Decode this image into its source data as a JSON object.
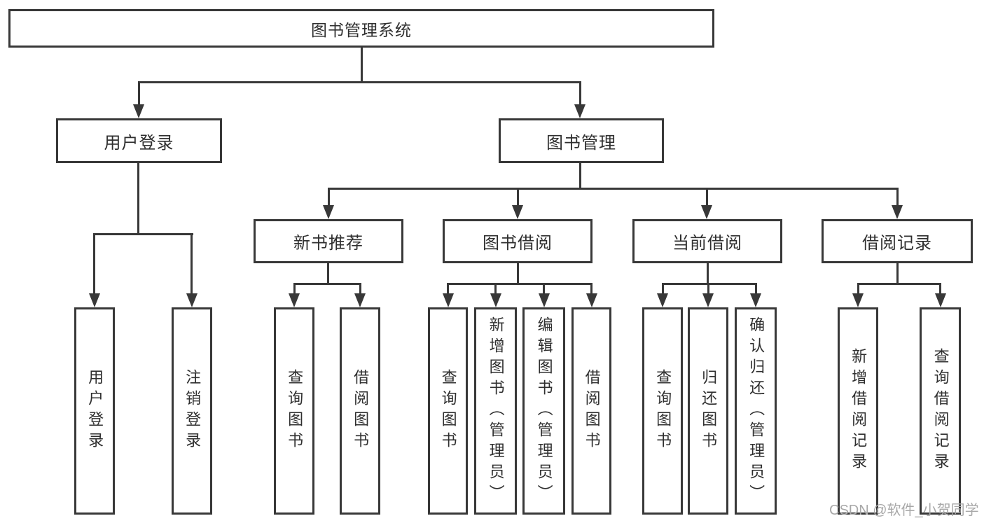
{
  "diagram": {
    "type": "tree-structure-diagram",
    "title": "图书管理系统"
  },
  "nodes": {
    "root": "图书管理系统",
    "user_login": "用户登录",
    "book_mgmt": "图书管理",
    "new_book": "新书推荐",
    "book_borrow": "图书借阅",
    "current_borrow": "当前借阅",
    "borrow_records": "借阅记录"
  },
  "leaves": {
    "login": [
      "用户登录",
      "注销登录"
    ],
    "new_book": [
      "查询图书",
      "借阅图书"
    ],
    "borrow": [
      "查询图书",
      "新增图书（管理员）",
      "编辑图书（管理员）",
      "借阅图书"
    ],
    "current": [
      "查询图书",
      "归还图书",
      "确认归还（管理员）"
    ],
    "records": [
      "新增借阅记录",
      "查询借阅记录"
    ]
  },
  "watermark": {
    "text": "CSDN @软件_小贺同学"
  },
  "colors": {
    "line": "#383838",
    "text": "#2f2f2f",
    "watermark": "#a8a8a8",
    "background": "#ffffff"
  }
}
